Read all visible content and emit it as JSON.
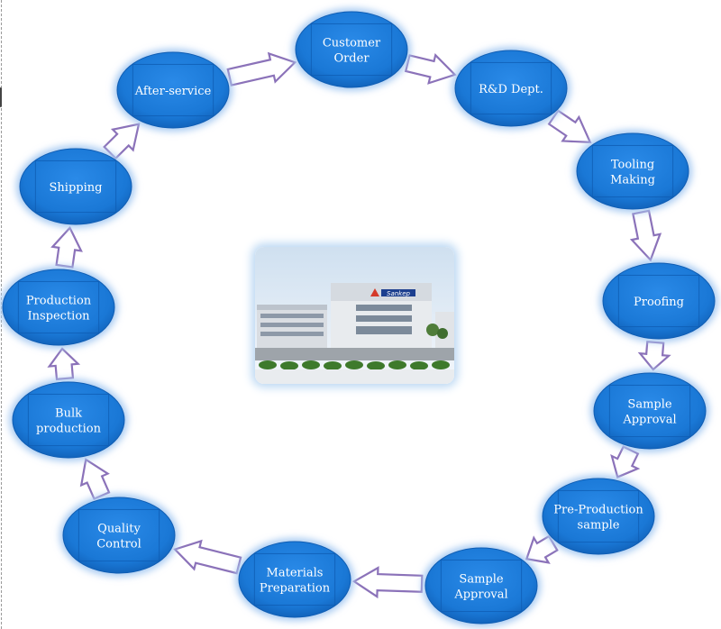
{
  "diagram": {
    "type": "cycle",
    "steps": [
      {
        "id": "customer-order",
        "lines": [
          "Customer",
          "Order"
        ]
      },
      {
        "id": "rd-dept",
        "lines": [
          "R&D Dept."
        ]
      },
      {
        "id": "tooling-making",
        "lines": [
          "Tooling",
          "Making"
        ]
      },
      {
        "id": "proofing",
        "lines": [
          "Proofing"
        ]
      },
      {
        "id": "sample-approval-1",
        "lines": [
          "Sample",
          "Approval"
        ]
      },
      {
        "id": "pre-production-sample",
        "lines": [
          "Pre-Production",
          "sample"
        ]
      },
      {
        "id": "sample-approval-2",
        "lines": [
          "Sample",
          "Approval"
        ]
      },
      {
        "id": "materials-preparation",
        "lines": [
          "Materials",
          "Preparation"
        ]
      },
      {
        "id": "quality-control",
        "lines": [
          "Quality",
          "Control"
        ]
      },
      {
        "id": "bulk-production",
        "lines": [
          "Bulk",
          "production"
        ]
      },
      {
        "id": "production-inspection",
        "lines": [
          "Production",
          "Inspection"
        ]
      },
      {
        "id": "shipping",
        "lines": [
          "Shipping"
        ]
      },
      {
        "id": "after-service",
        "lines": [
          "After-service"
        ]
      }
    ],
    "center_image": {
      "kind": "factory-building-photo",
      "sign_text": "Sankep"
    },
    "colors": {
      "node_fill": "#1a78d6",
      "node_dark": "#0f5db3",
      "node_glow": "#a9cbf2",
      "arrow_fill": "#ffffff",
      "arrow_stroke": "#8b72b9"
    }
  }
}
